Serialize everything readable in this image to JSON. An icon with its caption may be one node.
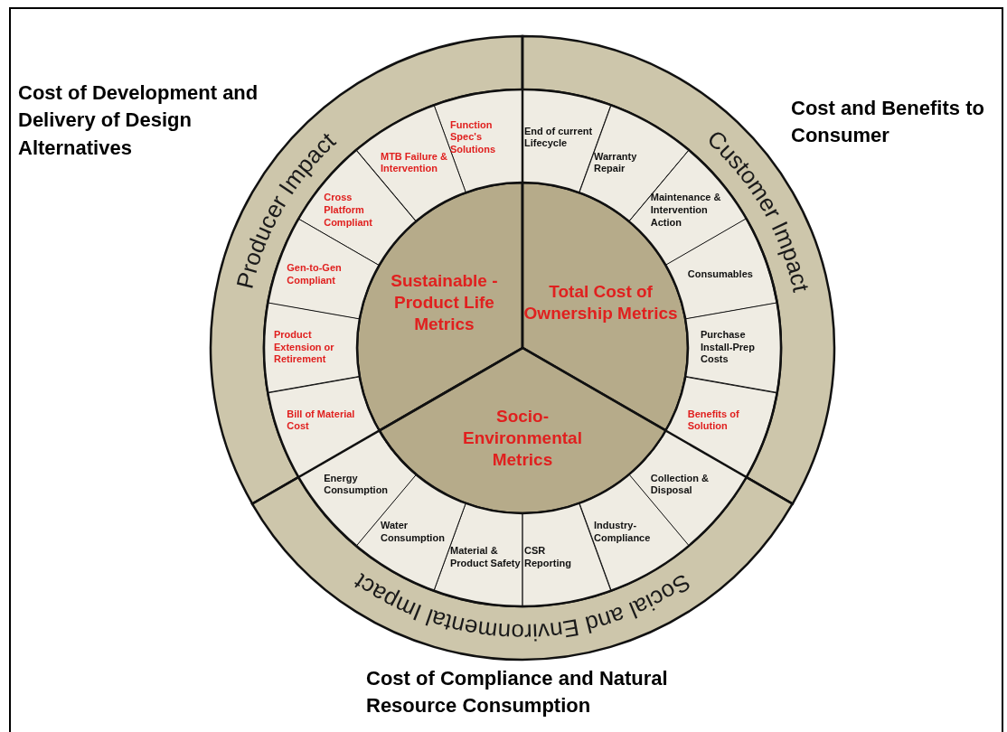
{
  "diagram": {
    "nodes": [
      {
        "text": [
          "Producer Impact"
        ]
      },
      {
        "text": [
          "Customer Impact"
        ]
      },
      {
        "text": [
          "Social and Environmental Impact"
        ]
      },
      {
        "text": [
          "Sustainable - Product Life Metrics"
        ]
      },
      {
        "text": [
          "Total Cost of Ownership Metrics"
        ]
      },
      {
        "text": [
          "Socio-Environmental Metrics"
        ]
      },
      {
        "text": [
          "Function Spec's Solutions"
        ]
      },
      {
        "text": [
          "MTB Failure & Intervention"
        ]
      },
      {
        "text": [
          "Cross Platform Compliant"
        ]
      },
      {
        "text": [
          "Gen-to-Gen Compliant"
        ]
      },
      {
        "text": [
          "Product Extension or Retirement"
        ]
      },
      {
        "text": [
          "Bill of Material Cost"
        ]
      },
      {
        "text": [
          "End of current Lifecycle"
        ]
      },
      {
        "text": [
          "Warranty Repair"
        ]
      },
      {
        "text": [
          "Maintenance & Intervention Action"
        ]
      },
      {
        "text": [
          "Consumables"
        ]
      },
      {
        "text": [
          "Purchase Install-Prep Costs"
        ]
      },
      {
        "text": [
          "Benefits of Solution"
        ]
      },
      {
        "text": [
          "Collection & Disposal"
        ]
      },
      {
        "text": [
          "Industry-Compliance"
        ]
      },
      {
        "text": [
          "CSR Reporting"
        ]
      },
      {
        "text": [
          "Material & Product Safety"
        ]
      },
      {
        "text": [
          "Water Consumption"
        ]
      },
      {
        "text": [
          "Energy Consumption"
        ]
      }
    ],
    "labels": [
      "Cost of Development and Delivery of Design Alternatives",
      "Cost and Benefits to Consumer",
      "Cost of Compliance and Natural Resource Consumption"
    ]
  }
}
